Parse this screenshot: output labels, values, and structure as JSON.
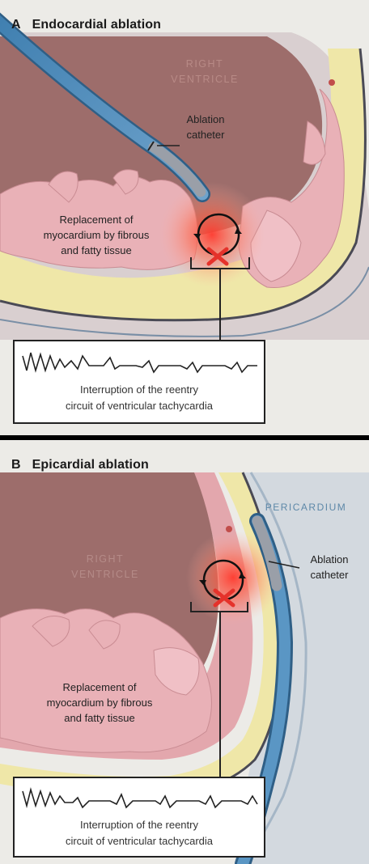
{
  "panel_a": {
    "letter": "A",
    "title": "Endocardial ablation",
    "chamber_label": [
      "RIGHT",
      "VENTRICLE"
    ],
    "catheter_label": [
      "Ablation",
      "catheter"
    ],
    "tissue_label": [
      "Replacement of",
      "myocardium by fibrous",
      "and fatty tissue"
    ],
    "ecg_caption": [
      "Interruption of the reentry",
      "circuit of ventricular tachycardia"
    ]
  },
  "panel_b": {
    "letter": "B",
    "title": "Epicardial ablation",
    "chamber_label": [
      "RIGHT",
      "VENTRICLE"
    ],
    "pericardium_label": "PERICARDIUM",
    "catheter_label": [
      "Ablation",
      "catheter"
    ],
    "tissue_label": [
      "Replacement of",
      "myocardium by fibrous",
      "and fatty tissue"
    ],
    "ecg_caption": [
      "Interruption of the reentry",
      "circuit of ventricular tachycardia"
    ]
  },
  "colors": {
    "background": "#000000",
    "cavity": "#9d6d6b",
    "myocardium": "#e8b0b6",
    "fat": "#efe7a8",
    "catheter": "#4f8bb8",
    "ablation_glow": "#f04a3c",
    "x_mark": "#e5322b"
  }
}
